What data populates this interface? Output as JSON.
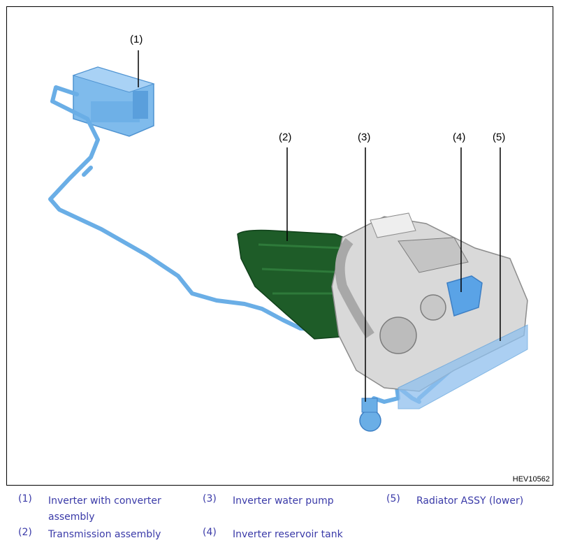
{
  "figure": {
    "id": "HEV10562",
    "callouts": [
      "(1)",
      "(2)",
      "(3)",
      "(4)",
      "(5)"
    ]
  },
  "legend": [
    {
      "num": "(1)",
      "label": "Inverter with converter assembly"
    },
    {
      "num": "(2)",
      "label": "Transmission assembly"
    },
    {
      "num": "(3)",
      "label": "Inverter water pump"
    },
    {
      "num": "(4)",
      "label": "Inverter reservoir tank"
    },
    {
      "num": "(5)",
      "label": "Radiator ASSY (lower)"
    }
  ],
  "colors": {
    "coolant_blue": "#6aaee6",
    "transmission_green": "#1e5c28",
    "engine_gray": "#d4d4d4",
    "legend_text": "#3a3aa8"
  }
}
